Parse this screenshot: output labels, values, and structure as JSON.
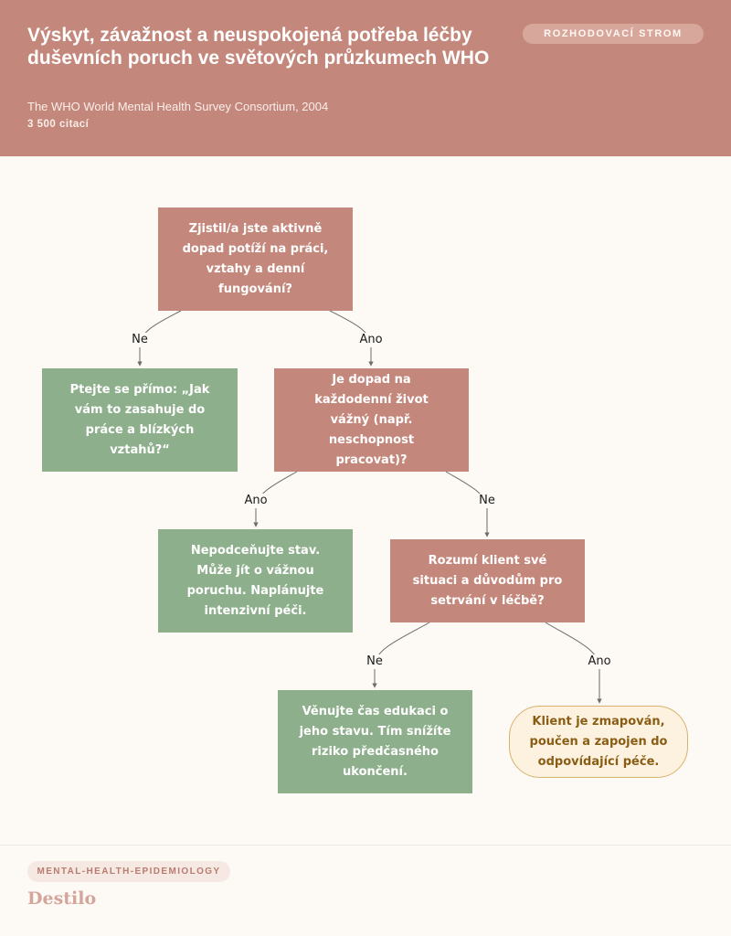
{
  "header": {
    "title": "Výskyt, závažnost a neuspokojená potřeba léčby duševních poruch ve světových průzkumech WHO",
    "subtitle": "The WHO World Mental Health Survey Consortium, 2004",
    "citations": "3 500 citací",
    "type_badge": "ROZHODOVACÍ STROM"
  },
  "tree": {
    "nodes": {
      "q1": "Zjistil/a jste aktivně dopad potíží na práci, vztahy a denní fungování?",
      "a1": "Ptejte se přímo: „Jak vám to zasahuje do práce a blízkých vztahů?“",
      "q2": "Je dopad na každodenní život vážný (např. neschopnost pracovat)?",
      "a2": "Nepodceňujte stav. Může jít o vážnou poruchu. Naplánujte intenzivní péči.",
      "q3": "Rozumí klient své situaci a důvodům pro setrvání v léčbě?",
      "a3": "Věnujte čas edukaci o jeho stavu. Tím snížíte riziko předčasného ukončení.",
      "t1": "Klient je zmapován, poučen a zapojen do odpovídající péče."
    },
    "edge_labels": {
      "q1_no": "Ne",
      "q1_yes": "Ano",
      "q2_yes": "Ano",
      "q2_no": "Ne",
      "q3_no": "Ne",
      "q3_yes": "Ano"
    }
  },
  "footer": {
    "tag": "MENTAL-HEALTH-EPIDEMIOLOGY",
    "brand": "Destilo"
  },
  "colors": {
    "header_bg": "#c4877b",
    "question_node": "#c4877b",
    "action_node": "#8daf8b",
    "terminal_node": "#fdf1e0",
    "edge": "#6b6b6b",
    "background": "#fdf9f5"
  }
}
